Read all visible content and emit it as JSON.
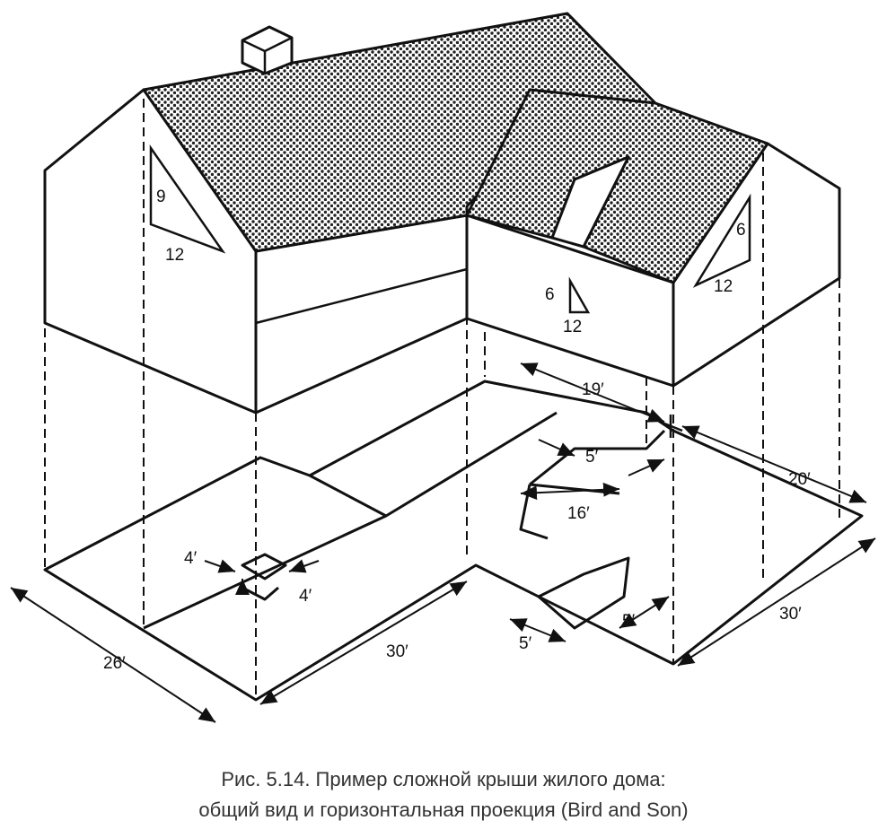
{
  "caption": {
    "line1": "Рис. 5.14. Пример сложной крыши жилого дома:",
    "line2": "общий вид и горизонтальная проекция (Bird and Son)"
  },
  "slopes": {
    "main_rise": "9",
    "main_run": "12",
    "wing_rise": "6",
    "wing_run": "12",
    "dormer_rise": "6",
    "dormer_run": "12"
  },
  "dimensions": {
    "main_depth": "26′",
    "main_length": "30′",
    "chimney_a": "4′",
    "chimney_b": "4′",
    "wing_setback": "19′",
    "wing_width": "20′",
    "wing_length": "30′",
    "valley_a": "5′",
    "ridge_16": "16′",
    "porch_a": "5′",
    "porch_b": "5′"
  },
  "colors": {
    "line": "#111111",
    "roof_fill": "#777777",
    "bg": "#ffffff"
  }
}
